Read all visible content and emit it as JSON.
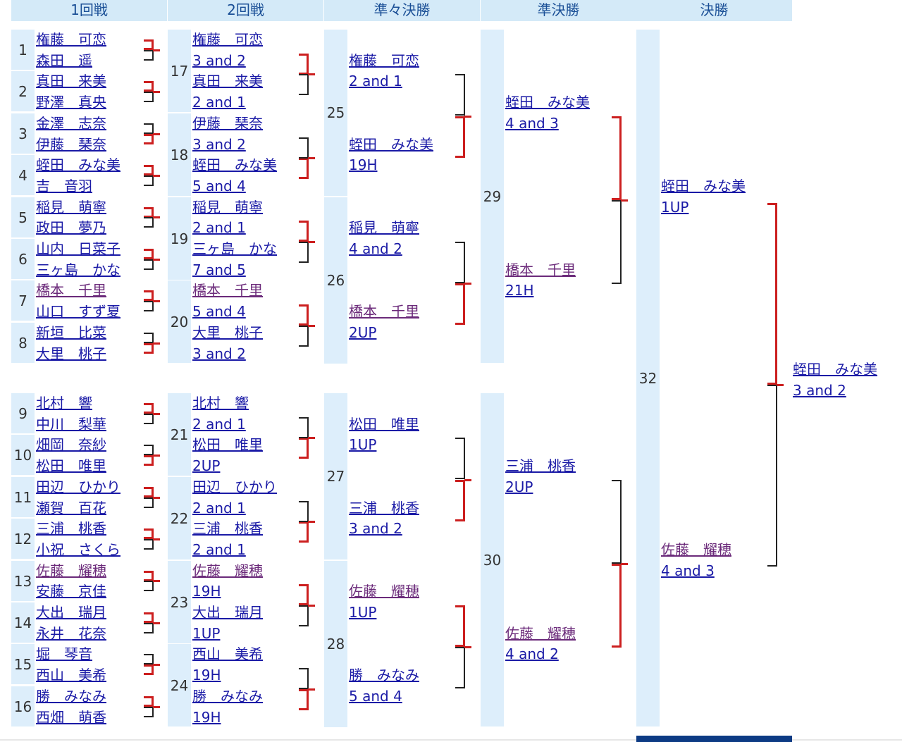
{
  "headers": [
    "1回戦",
    "2回戦",
    "準々決勝",
    "準決勝",
    "決勝"
  ],
  "colors": {
    "link": "#1a1aa6",
    "visited": "#6b2a7a",
    "winner_line": "#cc1f1f",
    "loser_line": "#222222",
    "header_bg": "#d4eaf8",
    "number_bg": "#ddeefb"
  },
  "round1": [
    {
      "no": "1",
      "a": "権藤　可恋",
      "b": "森田　遥",
      "winner": "a"
    },
    {
      "no": "2",
      "a": "真田　来美",
      "b": "野澤　真央",
      "winner": "a"
    },
    {
      "no": "3",
      "a": "金澤　志奈",
      "b": "伊藤　琹奈",
      "winner": "b"
    },
    {
      "no": "4",
      "a": "蛭田　みな美",
      "b": "吉　音羽",
      "winner": "a"
    },
    {
      "no": "5",
      "a": "稲見　萌寧",
      "b": "政田　夢乃",
      "winner": "a"
    },
    {
      "no": "6",
      "a": "山内　日菜子",
      "b": "三ヶ島　かな",
      "winner": "a"
    },
    {
      "no": "7",
      "a": "橋本　千里",
      "b": "山口　すず夏",
      "winner": "a",
      "a_visited": true
    },
    {
      "no": "8",
      "a": "新垣　比菜",
      "b": "大里　桃子",
      "winner": "b"
    },
    {
      "no": "9",
      "a": "北村　響",
      "b": "中川　梨華",
      "winner": "a"
    },
    {
      "no": "10",
      "a": "畑岡　奈紗",
      "b": "松田　唯里",
      "winner": "b"
    },
    {
      "no": "11",
      "a": "田辺　ひかり",
      "b": "瀬賀　百花",
      "winner": "a"
    },
    {
      "no": "12",
      "a": "三浦　桃香",
      "b": "小祝　さくら",
      "winner": "a"
    },
    {
      "no": "13",
      "a": "佐藤　耀穂",
      "b": "安藤　京佳",
      "winner": "a",
      "a_visited": true
    },
    {
      "no": "14",
      "a": "大出　瑞月",
      "b": "永井　花奈",
      "winner": "a"
    },
    {
      "no": "15",
      "a": "堀　琴音",
      "b": "西山　美希",
      "winner": "b"
    },
    {
      "no": "16",
      "a": "勝　みなみ",
      "b": "西畑　萌香",
      "winner": "a"
    }
  ],
  "round2": [
    {
      "no": "17",
      "a": "権藤　可恋",
      "as": "3 and 2",
      "b": "真田　来美",
      "bs": "2 and 1",
      "winner": "a"
    },
    {
      "no": "18",
      "a": "伊藤　琹奈",
      "as": "3 and 2",
      "b": "蛭田　みな美",
      "bs": "5 and 4",
      "winner": "b"
    },
    {
      "no": "19",
      "a": "稲見　萌寧",
      "as": "2 and 1",
      "b": "三ヶ島　かな",
      "bs": "7 and 5",
      "winner": "a"
    },
    {
      "no": "20",
      "a": "橋本　千里",
      "as": "5 and 4",
      "b": "大里　桃子",
      "bs": "3 and 2",
      "winner": "a",
      "a_visited": true
    },
    {
      "no": "21",
      "a": "北村　響",
      "as": "2 and 1",
      "b": "松田　唯里",
      "bs": "2UP",
      "winner": "b"
    },
    {
      "no": "22",
      "a": "田辺　ひかり",
      "as": "2 and 1",
      "b": "三浦　桃香",
      "bs": "2 and 1",
      "winner": "b"
    },
    {
      "no": "23",
      "a": "佐藤　耀穂",
      "as": "19H",
      "b": "大出　瑞月",
      "bs": "1UP",
      "winner": "a",
      "a_visited": true
    },
    {
      "no": "24",
      "a": "西山　美希",
      "as": "19H",
      "b": "勝　みなみ",
      "bs": "19H",
      "winner": "b"
    }
  ],
  "round3": [
    {
      "no": "25",
      "a": "権藤　可恋",
      "as": "2 and 1",
      "b": "蛭田　みな美",
      "bs": "19H",
      "winner": "b"
    },
    {
      "no": "26",
      "a": "稲見　萌寧",
      "as": "4 and 2",
      "b": "橋本　千里",
      "bs": "2UP",
      "winner": "b",
      "b_visited": true
    },
    {
      "no": "27",
      "a": "松田　唯里",
      "as": "1UP",
      "b": "三浦　桃香",
      "bs": "3 and 2",
      "winner": "b"
    },
    {
      "no": "28",
      "a": "佐藤　耀穂",
      "as": "1UP",
      "b": "勝　みなみ",
      "bs": "5 and 4",
      "winner": "a",
      "a_visited": true
    }
  ],
  "round4": [
    {
      "no": "29",
      "a": "蛭田　みな美",
      "as": "4 and 3",
      "b": "橋本　千里",
      "bs": "21H",
      "winner": "a",
      "b_visited": true
    },
    {
      "no": "30",
      "a": "三浦　桃香",
      "as": "2UP",
      "b": "佐藤　耀穂",
      "bs": "4 and 2",
      "winner": "b",
      "b_visited": true
    }
  ],
  "final": {
    "no": "32",
    "a": "蛭田　みな美",
    "as": "1UP",
    "b": "佐藤　耀穂",
    "bs": "4 and 3",
    "winner": "a",
    "b_visited": true
  },
  "champion": {
    "name": "蛭田　みな美",
    "score": "3 and 2"
  }
}
